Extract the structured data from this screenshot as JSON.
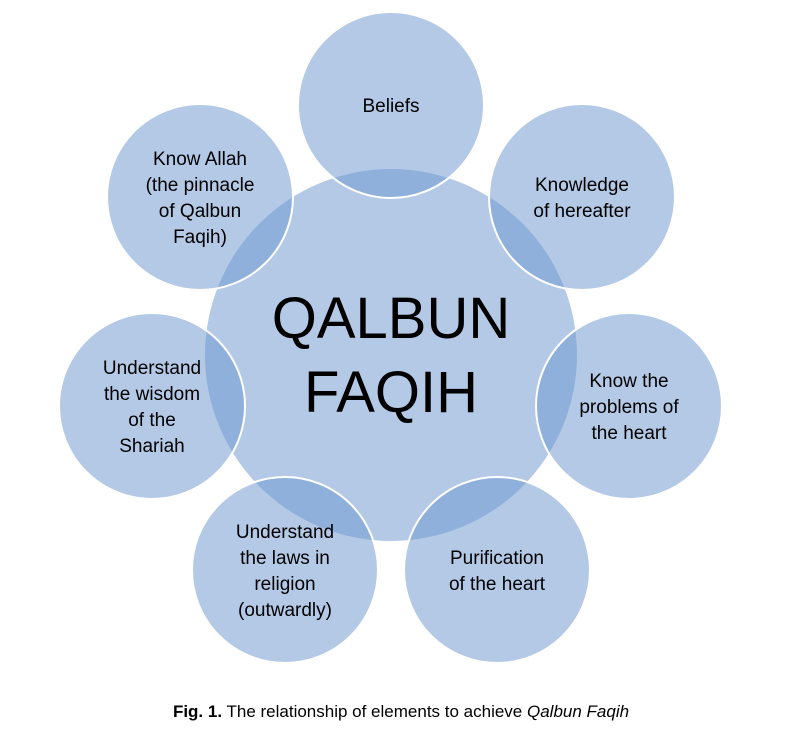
{
  "diagram": {
    "type": "radial-venn",
    "colors": {
      "circle_fill": "#b4c9e6",
      "overlap_fill": "#8fb0da",
      "outline": "#ffffff",
      "text": "#000000"
    },
    "center": {
      "lines": [
        "QALBUN",
        "FAQIH"
      ]
    },
    "nodes": [
      {
        "id": "beliefs",
        "lines": [
          "Beliefs"
        ]
      },
      {
        "id": "knowledge-hereafter",
        "lines": [
          "Knowledge",
          "of hereafter"
        ]
      },
      {
        "id": "problems-heart",
        "lines": [
          "Know the",
          "problems of",
          "the heart"
        ]
      },
      {
        "id": "purification-heart",
        "lines": [
          "Purification",
          "of the heart"
        ]
      },
      {
        "id": "laws-religion",
        "lines": [
          "Understand",
          "the laws in",
          "religion",
          "(outwardly)"
        ]
      },
      {
        "id": "wisdom-shariah",
        "lines": [
          "Understand",
          "the wisdom",
          "of the",
          "Shariah"
        ]
      },
      {
        "id": "know-allah",
        "lines": [
          "Know Allah",
          "(the pinnacle",
          "of Qalbun",
          "Faqih)"
        ]
      }
    ]
  },
  "caption": {
    "label": "Fig. 1.",
    "text": " The relationship of elements to achieve ",
    "italic": "Qalbun Faqih"
  }
}
